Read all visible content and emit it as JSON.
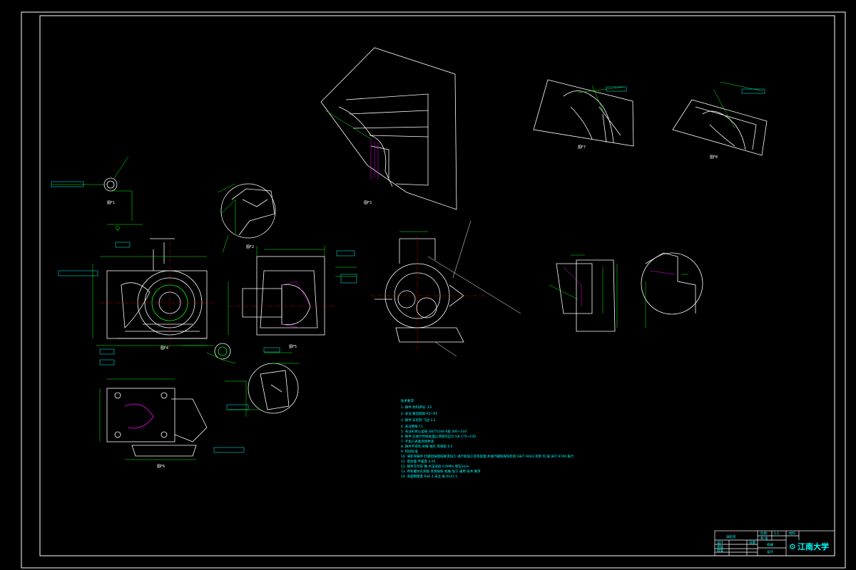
{
  "colors": {
    "background": "#000000",
    "border": "#ffffff",
    "outline": "#ffffff",
    "dimension": "#00ff00",
    "annotation": "#00ffff",
    "hidden": "#ff0000",
    "hatch": "#ff00ff",
    "yellow": "#ffff00"
  },
  "views": [
    {
      "id": "view-a",
      "label": "图F1"
    },
    {
      "id": "view-b",
      "label": "图F2"
    },
    {
      "id": "view-c",
      "label": "图F3"
    },
    {
      "id": "view-d",
      "label": "图F4"
    },
    {
      "id": "view-e",
      "label": "图F5"
    },
    {
      "id": "view-f",
      "label": "图F6"
    },
    {
      "id": "view-g",
      "label": "图F7"
    },
    {
      "id": "view-h",
      "label": "图F8"
    }
  ],
  "notes": [
    "技术要求:",
    "1. 铸件 材料牌号: Z3",
    "2. 未注 铸造圆角 R3~R5",
    "3. 铸件 去毛刺 飞边 3.2",
    "4. 未注倒角 C1",
    "5. 未注形状公差按 GB/T1184 K级 300~310",
    "6. 铸件 应进行时效处理以消除内应力 HB 170~230",
    "7. 不加工表面涂防锈漆",
    "8. 铸件不得有 砂眼 缩孔 等缺陷 0.5",
    "9. 检验标准",
    "10. 涡轮壳铸件 打磨后按图纸要求加工 进行机加工及热处理 并进行磁粉探伤检验 GB/T 9444 其余 均 按 JB/T 9746 执行",
    "11. 密封面 平面度 0.05",
    "12. 铸件交付前 做 水压试验 0.6MPa 保压3min",
    "13. 所有螺纹孔倒角 其余按照 机械 加工 通用 技术 要求",
    "14. 表面粗糙度 Ra6.3 未注 按 Ra12.5"
  ],
  "title_block": {
    "drawing_title": "涡轮壳",
    "university": "江南大学",
    "scale_label": "比例",
    "scale_value": "1:1",
    "sheet_label": "共 张",
    "material_label": "材料",
    "designer_label": "设计",
    "checker_label": "审核",
    "approve_label": "批准",
    "date_label": "日期",
    "class_label": "机械",
    "dept_label": "设计"
  }
}
